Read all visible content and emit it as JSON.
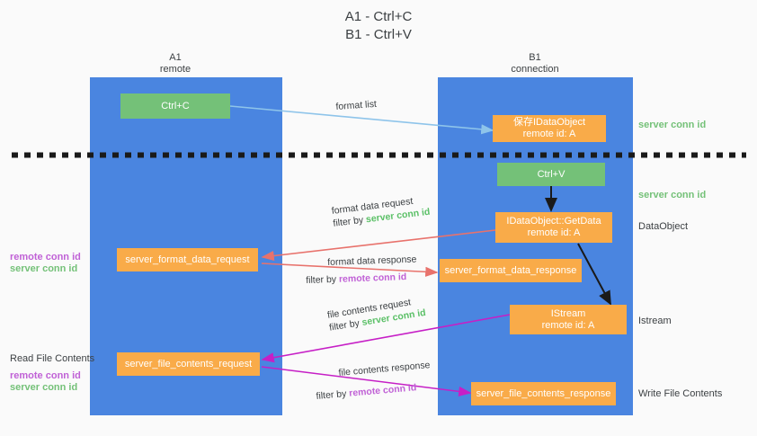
{
  "title": {
    "line1": "A1 - Ctrl+C",
    "line2": "B1 - Ctrl+V"
  },
  "columns": [
    {
      "id": "a1",
      "name": "A1",
      "role": "remote"
    },
    {
      "id": "b1",
      "name": "B1",
      "role": "connection"
    }
  ],
  "nodes": {
    "ctrl_c": "Ctrl+C",
    "ctrl_v": "Ctrl+V",
    "save_idataobject_l1": "保存IDataObject",
    "save_idataobject_l2": "remote id: A",
    "getdata_l1": "IDataObject::GetData",
    "getdata_l2": "remote id: A",
    "istream_l1": "IStream",
    "istream_l2": "remote id: A",
    "server_format_data_request": "server_format_data_request",
    "server_format_data_response": "server_format_data_response",
    "server_file_contents_request": "server_file_contents_request",
    "server_file_contents_response": "server_file_contents_response"
  },
  "right_labels": {
    "server_conn_id_top": "server conn id",
    "server_conn_id_mid": "server conn id",
    "data_object": "DataObject",
    "istream": "Istream",
    "write_file_contents": "Write File Contents"
  },
  "left_labels": {
    "remote_conn_id_1": "remote conn id",
    "server_conn_id_1": "server conn id",
    "read_file_contents": "Read File Contents",
    "remote_conn_id_2": "remote conn id",
    "server_conn_id_2": "server conn id"
  },
  "edges": {
    "format_list": "format list",
    "format_data_request": "format data request",
    "format_data_request_filter_pre": "filter by ",
    "format_data_request_filter_key": "server conn id",
    "format_data_response": "format data response",
    "format_data_response_filter_pre": "filter by ",
    "format_data_response_filter_key": "remote conn id",
    "file_contents_request": "file contents request",
    "file_contents_request_filter_pre": "filter by ",
    "file_contents_request_filter_key": "server conn id",
    "file_contents_response": "file contents response",
    "file_contents_response_filter_pre": "filter by ",
    "file_contents_response_filter_key": "remote conn id"
  },
  "colors": {
    "panel_blue": "#4a85e0",
    "node_green": "#74c178",
    "node_orange": "#f9ab49",
    "arrow_light_blue": "#8ec4ea",
    "arrow_red": "#e8726c",
    "arrow_magenta": "#c61fc6",
    "arrow_black": "#1a1a1a",
    "text_green": "#74c178",
    "text_purple": "#c061d6",
    "background": "#fafafa"
  }
}
